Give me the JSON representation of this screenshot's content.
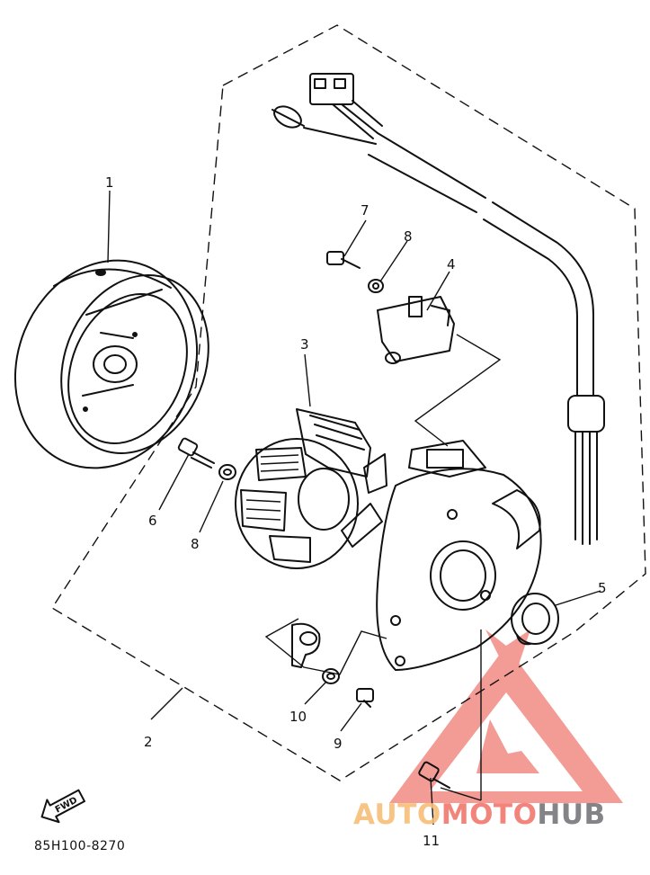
{
  "callouts": {
    "c1": "1",
    "c2": "2",
    "c3": "3",
    "c4": "4",
    "c5": "5",
    "c6": "6",
    "c7": "7",
    "c8a": "8",
    "c8b": "8",
    "c9": "9",
    "c10": "10",
    "c11": "11"
  },
  "fwd_label": "FWD",
  "part_code": "85H100-8270",
  "watermark": {
    "auto": "AUTO",
    "moto": "MOTO",
    "hub": "HUB"
  },
  "colors": {
    "ink": "#111111",
    "watermark_red": "#f07a72",
    "watermark_orange": "#f7be78",
    "watermark_gray": "#6e6e73"
  }
}
